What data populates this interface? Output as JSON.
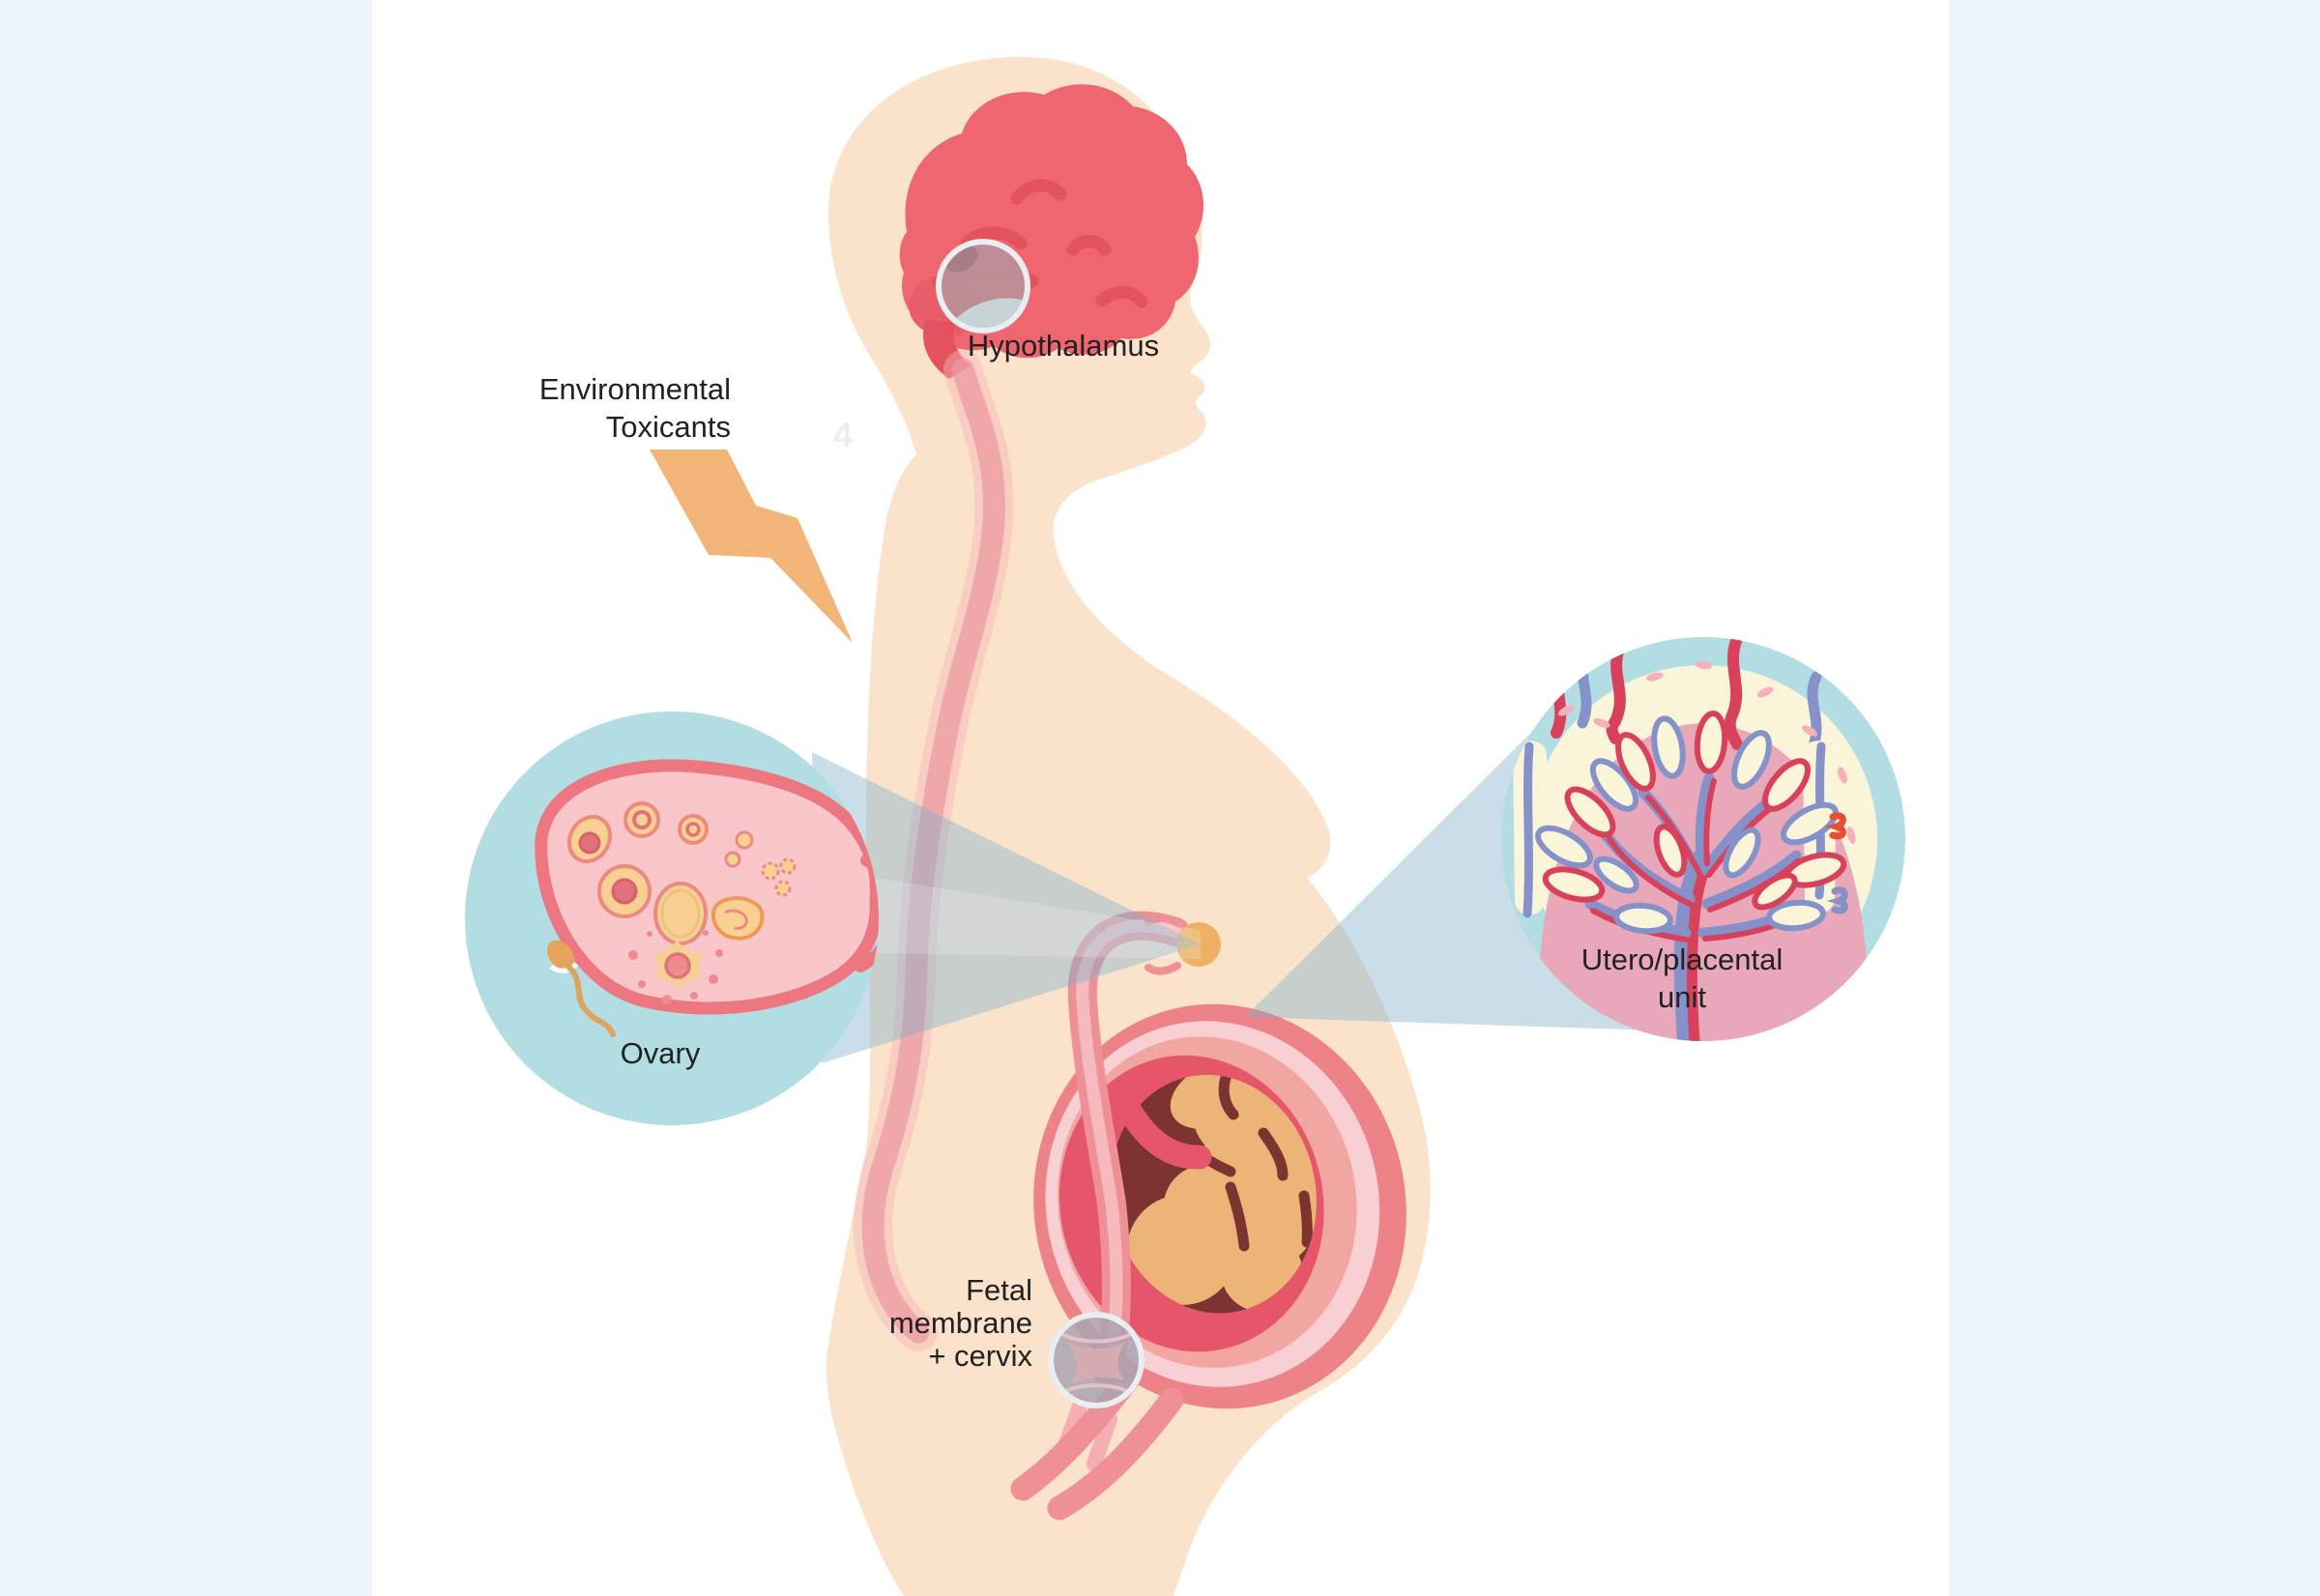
{
  "background": {
    "margin_color": "#ecf5f9",
    "panel_color": "#ffffff"
  },
  "watermark": "4",
  "labels": {
    "hypothalamus": "Hypothalamus",
    "environmental_line1": "Environmental",
    "environmental_line2": "Toxicants",
    "ovary": "Ovary",
    "utero_placental_line1": "Utero/placental",
    "utero_placental_line2": "unit",
    "fetal_line1": "Fetal",
    "fetal_line2": "membrane",
    "fetal_line3": "+ cervix"
  },
  "icons": {
    "lightning_bolt": "environmental toxicant strike",
    "brain": "brain with hypothalamus magnifier",
    "ovary_inset": "ovary cross-section with follicles and sperm",
    "placenta_inset": "utero/placental villous tree",
    "uterus": "uterus with fetus",
    "cervix_magnifier": "fetal membrane and cervix magnifier"
  },
  "colors": {
    "skin": "#fbe3cb",
    "brain": "#ee6770",
    "brain_fold": "#e4525f",
    "bolt": "#f2b477",
    "inset_circle": "#b2dee3",
    "beam_blue": "#7fb0cb",
    "pathway_pink": "#ee9aa2",
    "uterus_outer": "#ee8289",
    "uterus_light": "#f8cfd3",
    "uterus_amnion": "#f2a6a2",
    "uterus_crimson": "#e6566b",
    "uterus_cavity": "#7d332f",
    "fetus": "#ecb577",
    "ovary_fill": "#f9c6ca",
    "ovary_border": "#ed7780",
    "follicle": "#f8d094",
    "follicle_core": "#e2717b",
    "sperm": "#e5a45b",
    "placenta_cream": "#faf4d8",
    "placenta_dome": "#e8a8ba",
    "vessel_red": "#d8415c",
    "vessel_blue": "#8492c9",
    "ovum": "#edb164",
    "label_text": "#222222"
  }
}
